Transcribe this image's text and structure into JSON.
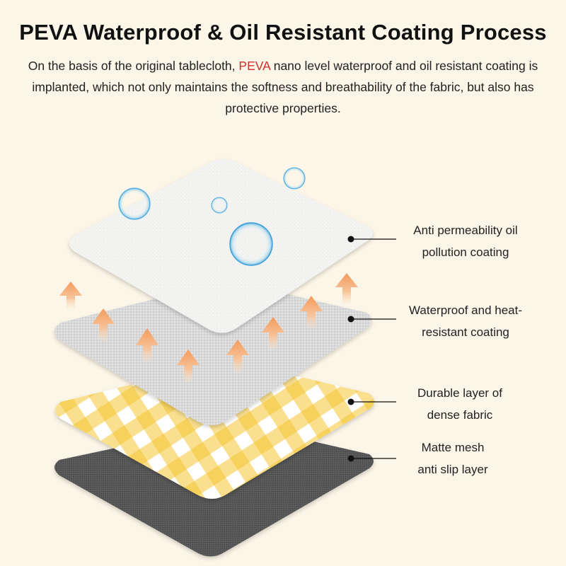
{
  "header": {
    "title": "PEVA Waterproof & Oil Resistant Coating Process",
    "intro_before": "On the basis of the original tablecloth,",
    "intro_highlight": "PEVA",
    "intro_after": "nano level waterproof and oil resistant coating is implanted, which not only maintains the softness and breathability of the fabric, but also has protective properties."
  },
  "colors": {
    "background": "#fcf6e8",
    "highlight": "#d72b2b",
    "checker_yellow": "#f4c431",
    "bottom_layer": "#555555",
    "arrow": "#f5a96a"
  },
  "layers": [
    {
      "line1": "Anti permeability oil",
      "line2": "pollution coating"
    },
    {
      "line1": "Waterproof and heat-",
      "line2": "resistant coating"
    },
    {
      "line1": "Durable layer of",
      "line2": "dense fabric"
    },
    {
      "line1": "Matte mesh",
      "line2": "anti slip layer"
    }
  ],
  "icons": {
    "water_droplet": "water-droplet-icon",
    "up_arrow": "up-arrow-icon"
  }
}
